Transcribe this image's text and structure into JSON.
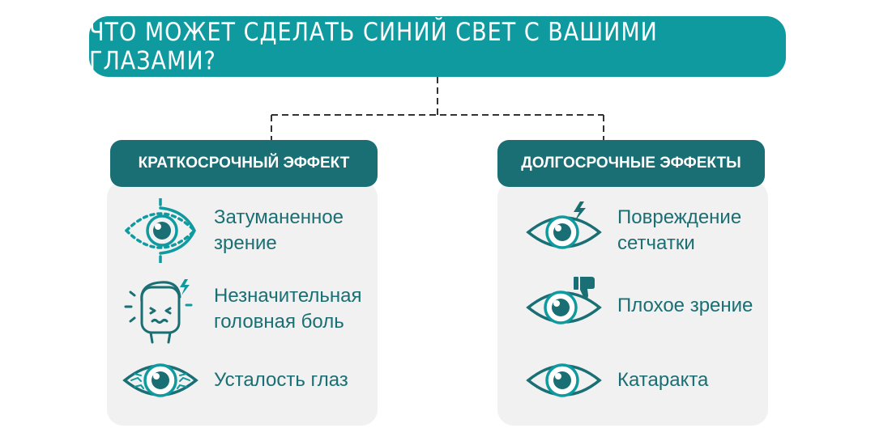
{
  "title": "Что может сделать синий свет с вашими глазами?",
  "colors": {
    "teal": "#0f9aa0",
    "dark_teal": "#196f73",
    "panel_bg": "#f1f1f1"
  },
  "left_panel": {
    "header": "Краткосрочный эффект",
    "items": [
      {
        "icon": "blurred-eye-icon",
        "label": "Затуманенное\nзрение"
      },
      {
        "icon": "headache-face-icon",
        "label": "Незначительная\nголовная боль"
      },
      {
        "icon": "tired-eye-icon",
        "label": "Усталость глаз"
      }
    ]
  },
  "right_panel": {
    "header": "Долгосрочные эффекты",
    "items": [
      {
        "icon": "damaged-eye-icon",
        "label": "Повреждение\nсетчатки"
      },
      {
        "icon": "eye-thumbs-down-icon",
        "label": "Плохое зрение"
      },
      {
        "icon": "eye-icon",
        "label": "Катаракта"
      }
    ]
  }
}
